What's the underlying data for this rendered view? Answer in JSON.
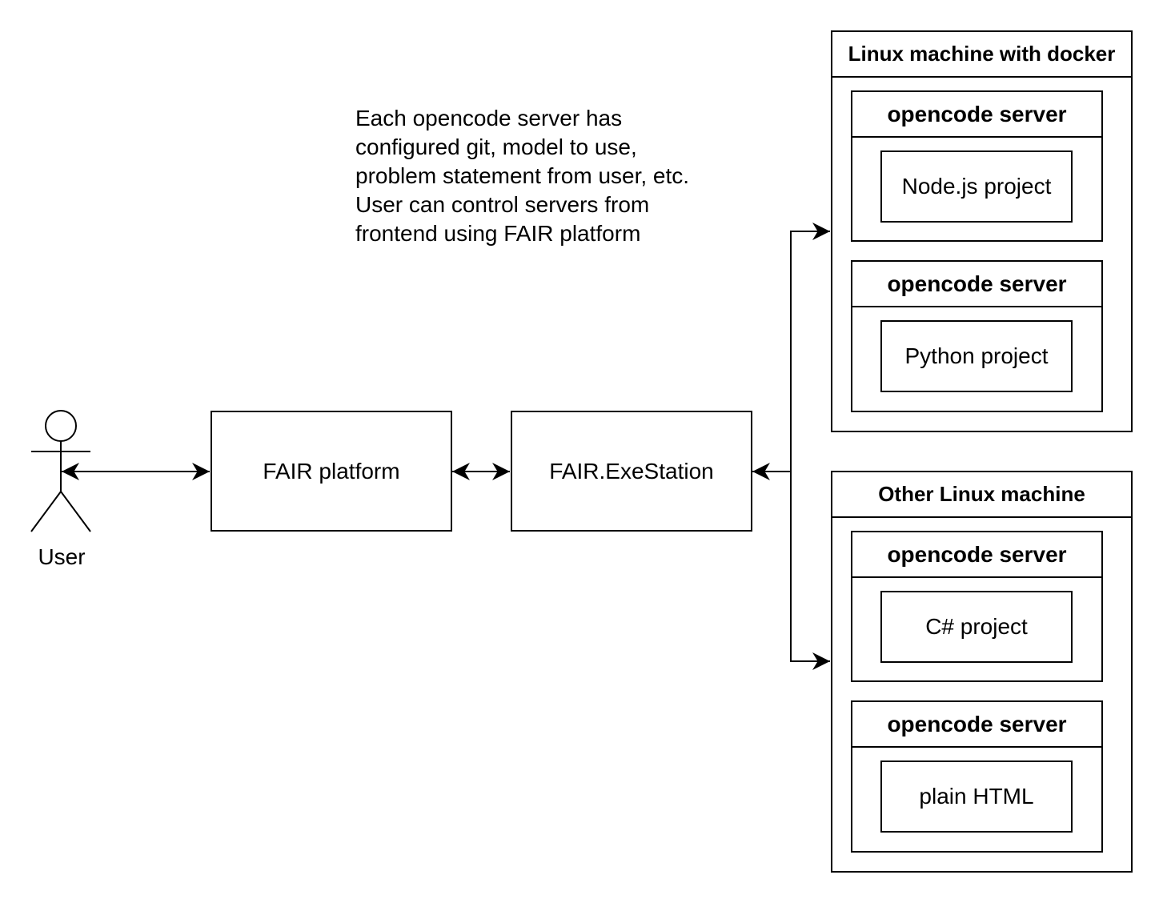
{
  "note": {
    "text": "Each opencode server has\nconfigured git, model to use,\nproblem statement from user, etc.\nUser can control servers from\nfrontend using FAIR platform"
  },
  "actor": {
    "label": "User"
  },
  "nodes": {
    "fair_platform": "FAIR platform",
    "exestation": "FAIR.ExeStation"
  },
  "machines": [
    {
      "title": "Linux machine with docker",
      "servers": [
        {
          "title": "opencode server",
          "project": "Node.js project"
        },
        {
          "title": "opencode server",
          "project": "Python project"
        }
      ]
    },
    {
      "title": "Other Linux machine",
      "servers": [
        {
          "title": "opencode server",
          "project": "C# project"
        },
        {
          "title": "opencode server",
          "project": "plain HTML"
        }
      ]
    }
  ],
  "colors": {
    "stroke": "#000000",
    "fill": "#ffffff"
  }
}
